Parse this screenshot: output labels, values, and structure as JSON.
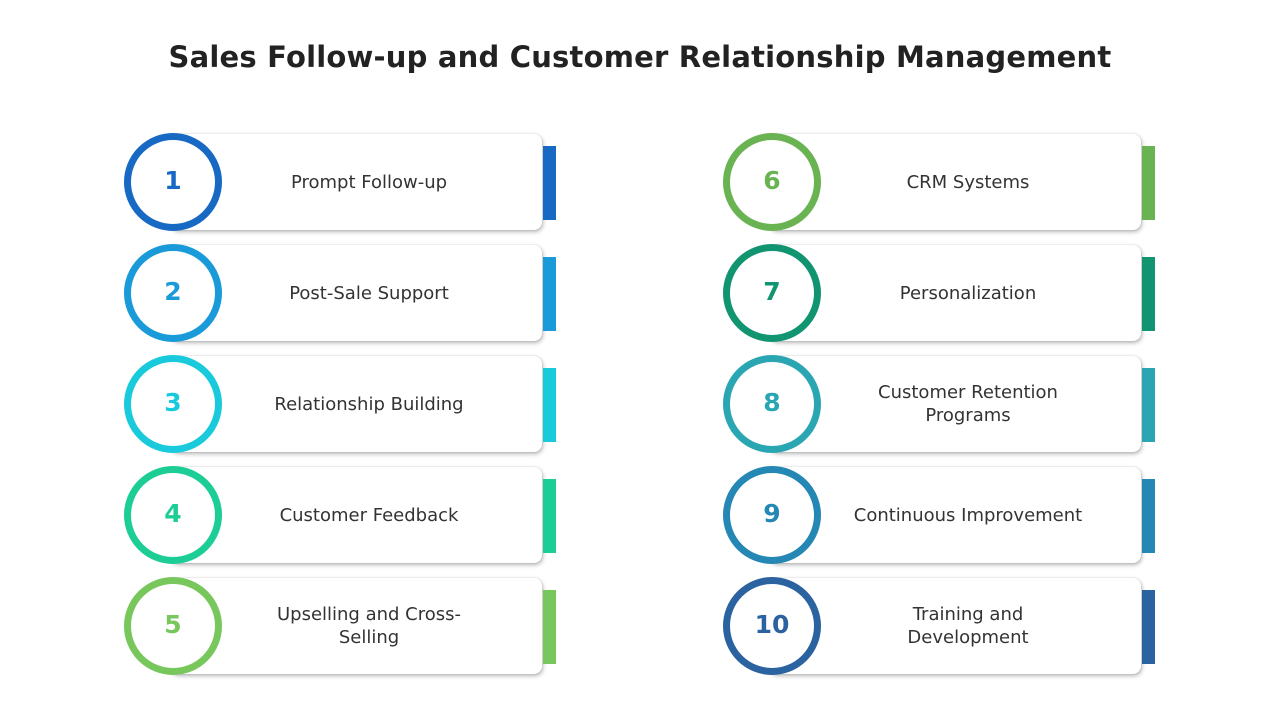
{
  "title": "Sales Follow-up and Customer Relationship Management",
  "items": [
    {
      "number": "1",
      "label": "Prompt Follow-up",
      "color": "#1769c4"
    },
    {
      "number": "2",
      "label": "Post-Sale Support",
      "color": "#1a9ad8"
    },
    {
      "number": "3",
      "label": "Relationship Building",
      "color": "#18cadb"
    },
    {
      "number": "4",
      "label": "Customer Feedback",
      "color": "#1ccd96"
    },
    {
      "number": "5",
      "label": "Upselling and Cross-Selling",
      "color": "#78c75c"
    },
    {
      "number": "6",
      "label": "CRM Systems",
      "color": "#6ab352"
    },
    {
      "number": "7",
      "label": "Personalization",
      "color": "#119470"
    },
    {
      "number": "8",
      "label": "Customer Retention Programs",
      "color": "#2aa6b2"
    },
    {
      "number": "9",
      "label": "Continuous Improvement",
      "color": "#2587b3"
    },
    {
      "number": "10",
      "label": "Training and Development",
      "color": "#2b62a0"
    }
  ]
}
